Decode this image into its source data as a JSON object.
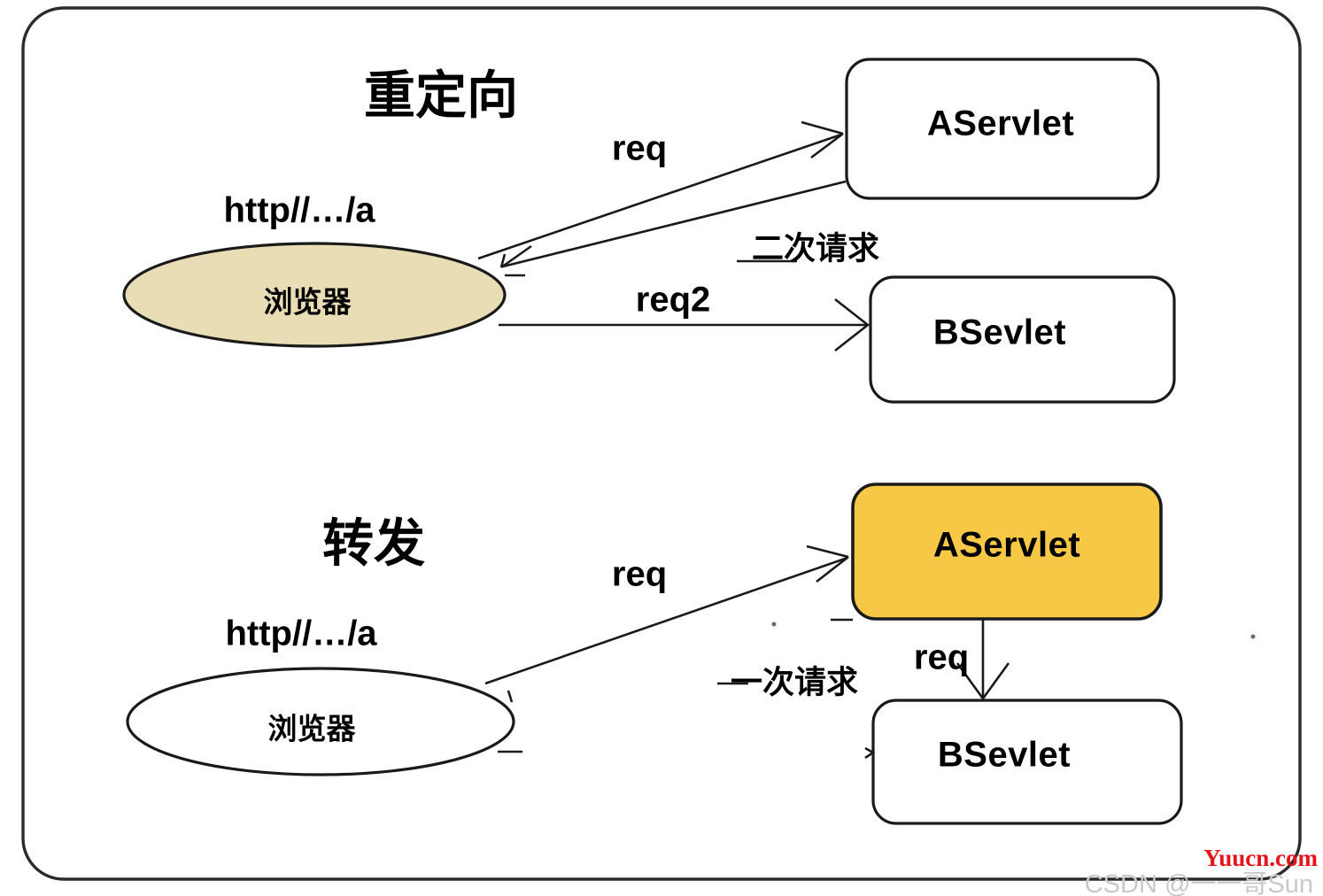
{
  "diagram": {
    "title_redirect": "重定向",
    "title_forward": "转发",
    "sections": [
      {
        "id": "redirect",
        "title": "重定向",
        "url_label": "http//…/a",
        "browser_label": "浏览器",
        "servlet_a_label": "AServlet",
        "servlet_b_label": "BSevlet",
        "edge_req": "req",
        "edge_req2": "req2",
        "edge_note": "二次请求"
      },
      {
        "id": "forward",
        "title": "转发",
        "url_label": "http//…/a",
        "browser_label": "浏览器",
        "servlet_a_label": "AServlet",
        "servlet_b_label": "BSevlet",
        "edge_req": "req",
        "edge_req_inner": "req",
        "edge_note": "一次请求"
      }
    ],
    "colors": {
      "browser_fill_redirect": "#e8ddb5",
      "browser_fill_forward": "#ffffff",
      "servlet_a_fill_forward": "#f7c846",
      "servlet_fill_default": "#ffffff",
      "stroke": "#1a1a1a",
      "watermark_red": "#e8141b",
      "watermark_gray": "#c9c9c9"
    }
  },
  "watermark": {
    "site": "Yuucn.com",
    "credit": "CSDN @一一哥Sun"
  }
}
